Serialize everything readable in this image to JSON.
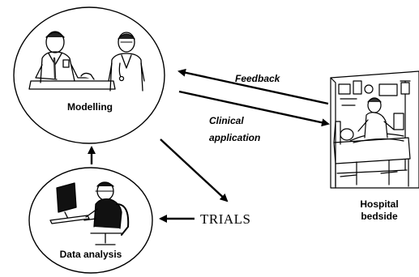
{
  "nodes": {
    "modelling": {
      "label": "Modelling"
    },
    "data_analysis": {
      "label": "Data analysis"
    },
    "hospital_bedside": {
      "label_line1": "Hospital",
      "label_line2": "bedside"
    },
    "trials": {
      "label": "TRIALS"
    }
  },
  "edges": {
    "feedback": {
      "label": "Feedback"
    },
    "clinical_application": {
      "label_line1": "Clinical",
      "label_line2": "application"
    }
  },
  "illustrations": {
    "modelling": "two-doctors-discussing",
    "data_analysis": "person-at-computer",
    "hospital_bedside": "patient-in-hospital-bed"
  }
}
